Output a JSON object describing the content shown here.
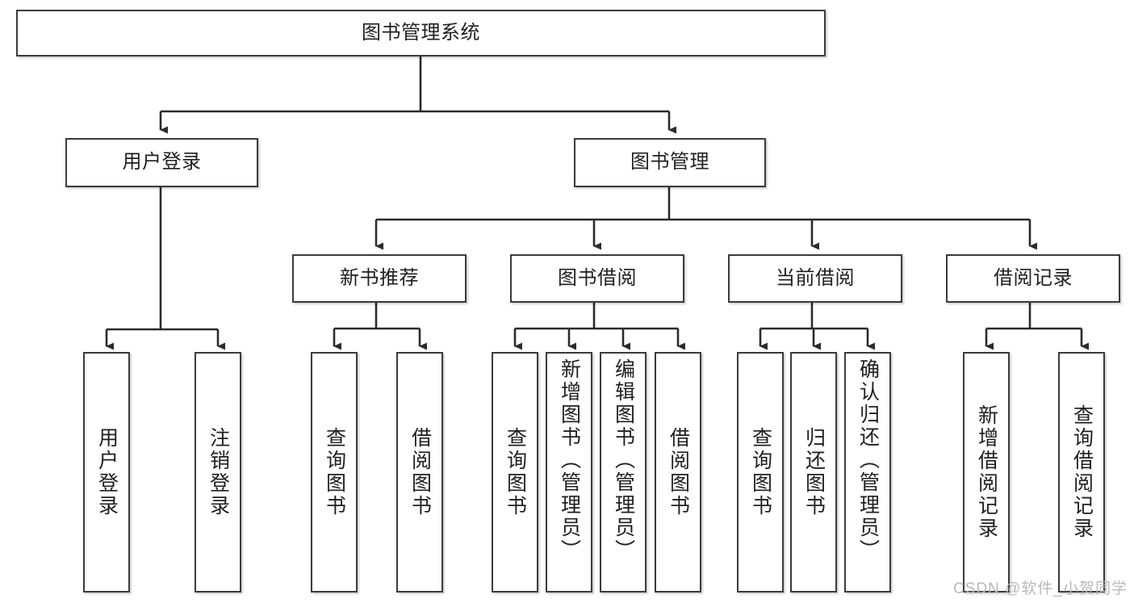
{
  "diagram": {
    "title": "图书管理系统",
    "watermark": "CSDN @软件_小贺同学",
    "colors": {
      "box_border": "#3b3b3b",
      "box_fill": "#ffffff",
      "connector": "#2b2b2b",
      "text": "#1f1f1f",
      "watermark": "#b9b9b9"
    },
    "levels": {
      "root": {
        "label": "图书管理系统"
      },
      "level2": [
        {
          "label": "用户登录"
        },
        {
          "label": "图书管理"
        }
      ],
      "level3": [
        {
          "label": "新书推荐"
        },
        {
          "label": "图书借阅"
        },
        {
          "label": "当前借阅"
        },
        {
          "label": "借阅记录"
        }
      ],
      "leaves": [
        {
          "label": "用户登录",
          "parent": "用户登录",
          "orientation": "vertical",
          "align": "middle"
        },
        {
          "label": "注销登录",
          "parent": "用户登录",
          "orientation": "vertical",
          "align": "middle"
        },
        {
          "label": "查询图书",
          "parent": "新书推荐",
          "orientation": "vertical",
          "align": "middle"
        },
        {
          "label": "借阅图书",
          "parent": "新书推荐",
          "orientation": "vertical",
          "align": "middle"
        },
        {
          "label": "查询图书",
          "parent": "图书借阅",
          "orientation": "vertical",
          "align": "middle"
        },
        {
          "label": "新增图书（管理员）",
          "parent": "图书借阅",
          "orientation": "vertical",
          "align": "top"
        },
        {
          "label": "编辑图书（管理员）",
          "parent": "图书借阅",
          "orientation": "vertical",
          "align": "top"
        },
        {
          "label": "借阅图书",
          "parent": "图书借阅",
          "orientation": "vertical",
          "align": "middle"
        },
        {
          "label": "查询图书",
          "parent": "当前借阅",
          "orientation": "vertical",
          "align": "middle"
        },
        {
          "label": "归还图书",
          "parent": "当前借阅",
          "orientation": "vertical",
          "align": "middle"
        },
        {
          "label": "确认归还（管理员）",
          "parent": "当前借阅",
          "orientation": "vertical",
          "align": "top"
        },
        {
          "label": "新增借阅记录",
          "parent": "借阅记录",
          "orientation": "vertical",
          "align": "middle"
        },
        {
          "label": "查询借阅记录",
          "parent": "借阅记录",
          "orientation": "vertical",
          "align": "middle"
        }
      ]
    }
  }
}
